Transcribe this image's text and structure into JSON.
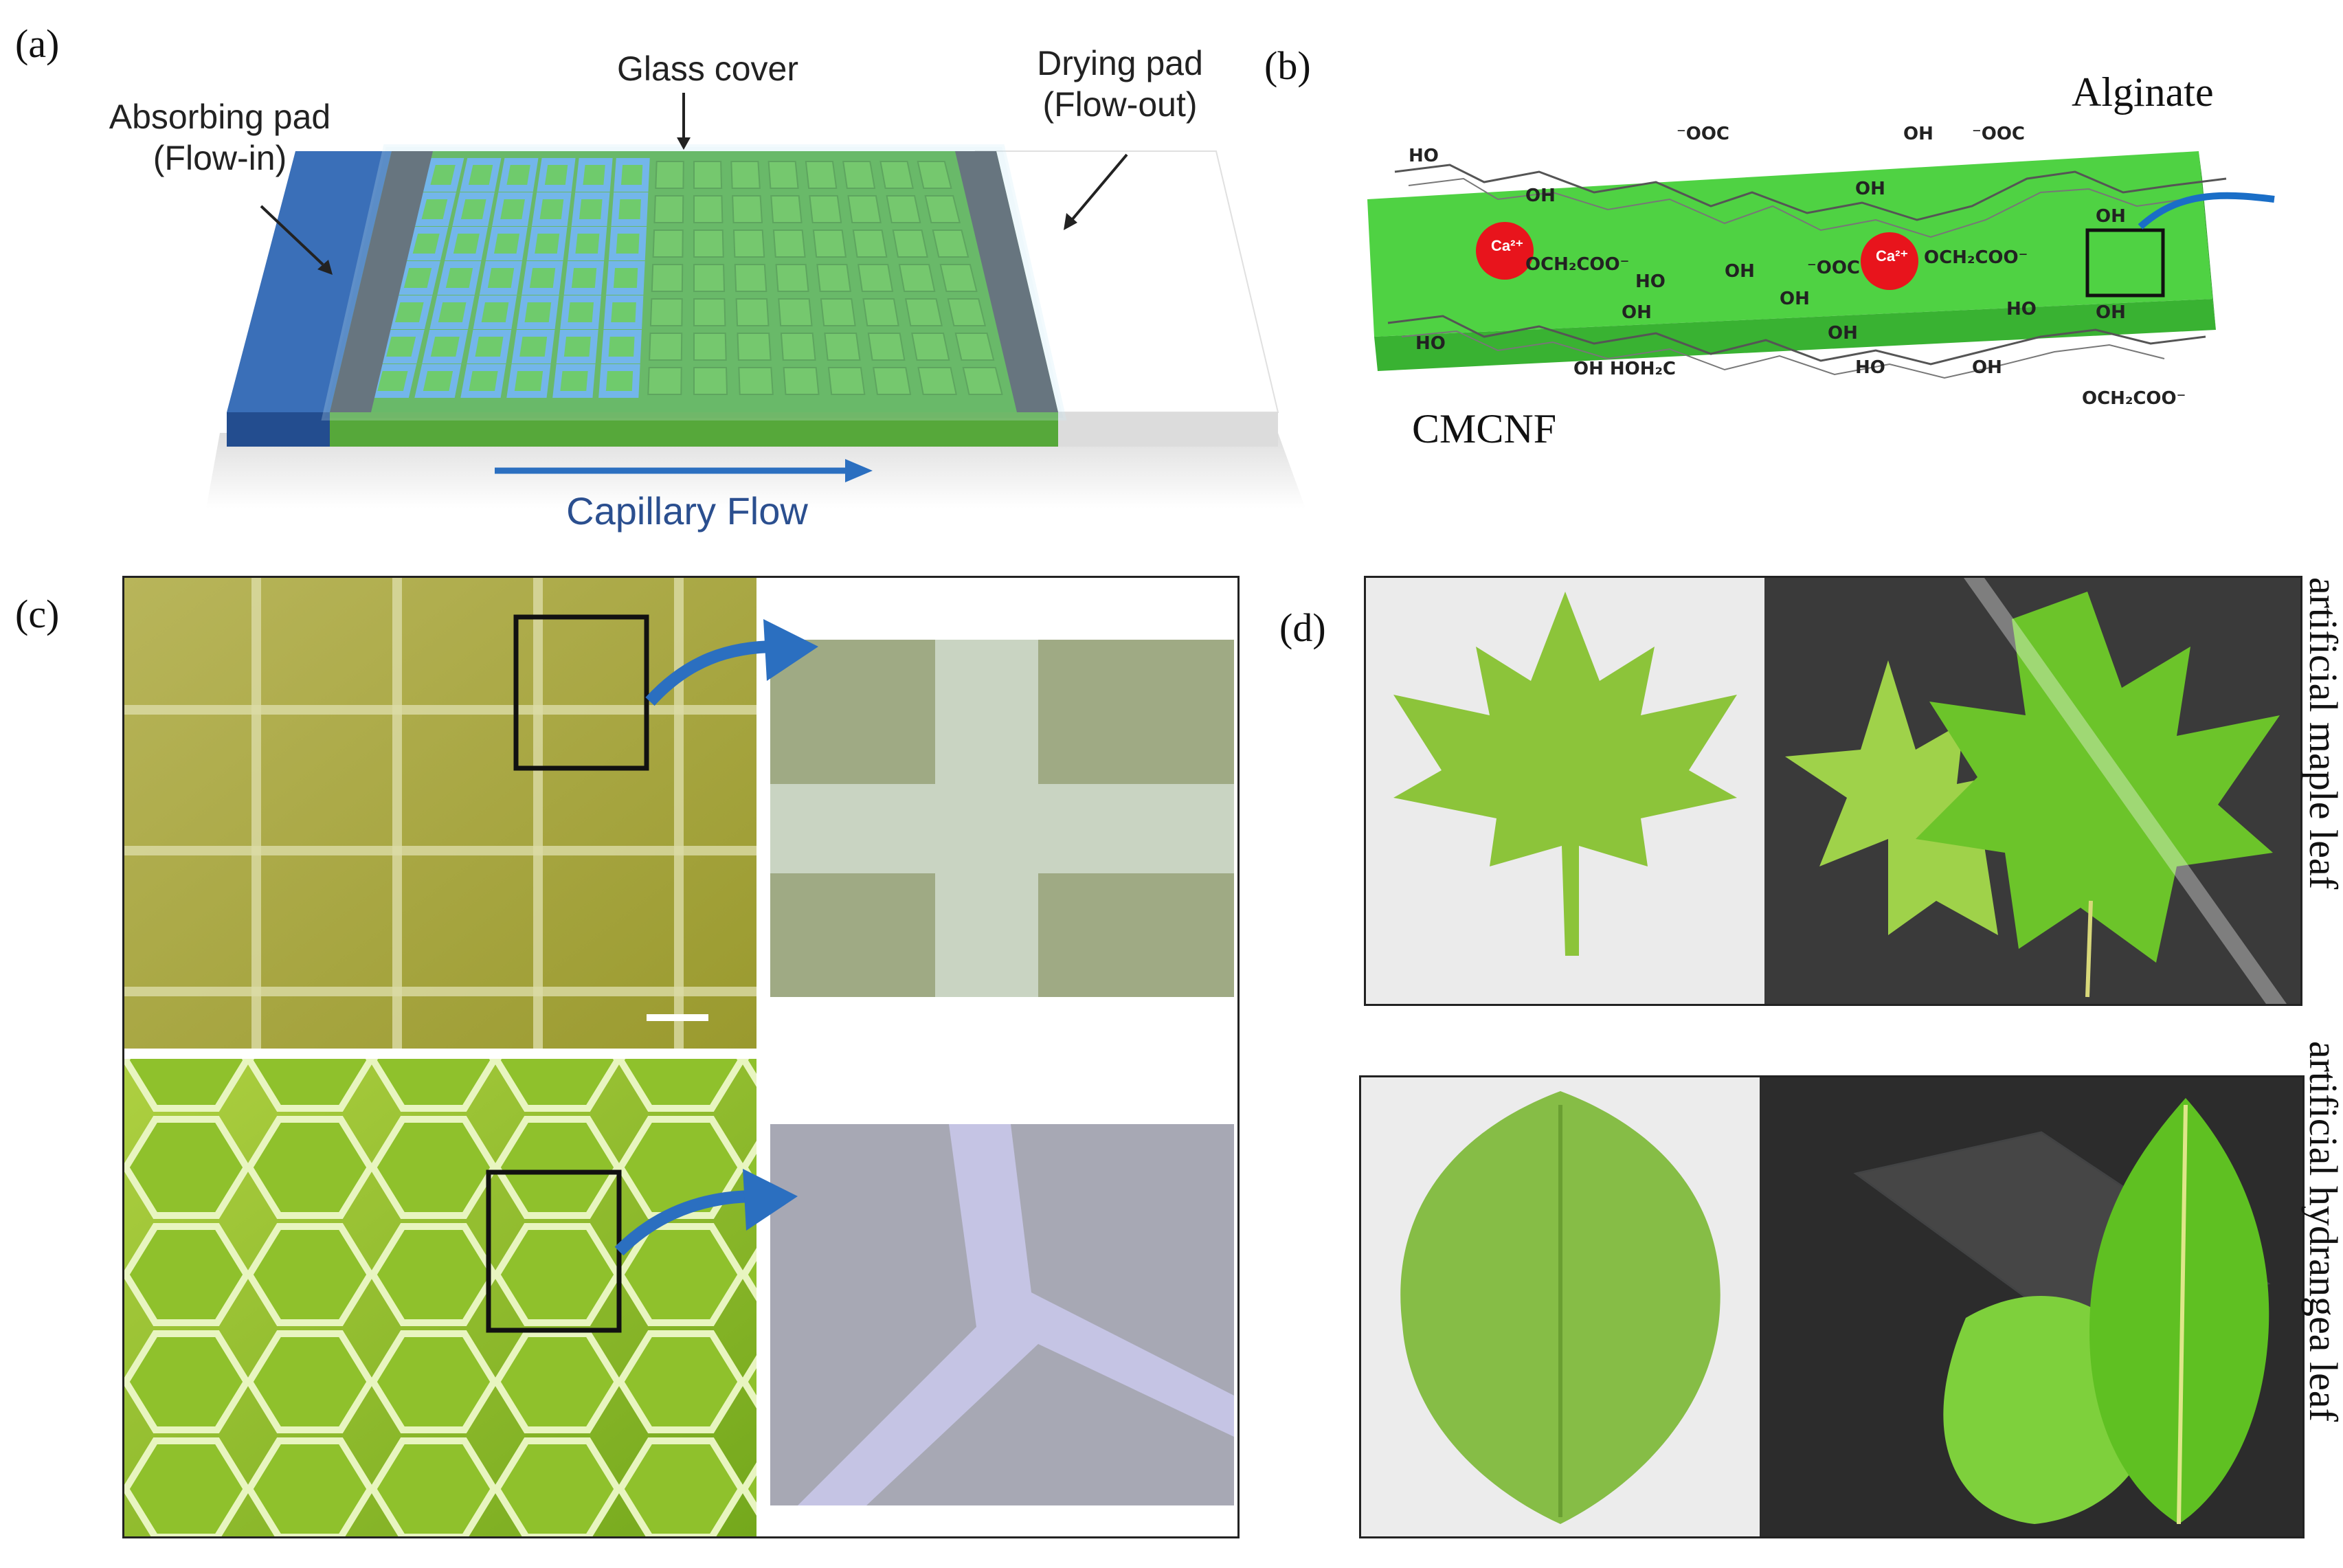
{
  "panels": {
    "a": "(a)",
    "b": "(b)",
    "c": "(c)",
    "d": "(d)"
  },
  "panel_a": {
    "glass_cover": "Glass cover",
    "absorbing_pad_line1": "Absorbing pad",
    "absorbing_pad_line2": "(Flow-in)",
    "drying_pad_line1": "Drying pad",
    "drying_pad_line2": "(Flow-out)",
    "capillary_flow": "Capillary Flow"
  },
  "panel_b": {
    "alginate": "Alginate",
    "cmcnf": "CMCNF",
    "ion": "Ca²⁺",
    "groups": [
      "⁻OOC",
      "HO",
      "OH",
      "⁻OOC",
      "OCH₂COO⁻",
      "⁻OOC",
      "OCH₂COO⁻",
      "OH",
      "OH",
      "HO",
      "OH",
      "OH",
      "OH",
      "HO",
      "OH HOH₂C",
      "OH",
      "HO",
      "OH",
      "HO",
      "OCH₂COO⁻",
      "OH",
      "OH"
    ]
  },
  "panel_d": {
    "maple": "artificial maple leaf",
    "hydrangea": "artificial hydrangea leaf"
  },
  "colors": {
    "green": "#4fb93a",
    "blue_pad": "#2f5fa6",
    "channel_blue": "#5aa7e6",
    "arrow_blue": "#2b6fc0",
    "calcium_red": "#e8141c"
  }
}
